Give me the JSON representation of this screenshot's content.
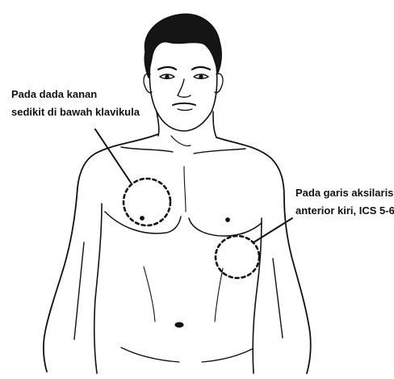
{
  "figure": {
    "subject": "front-view-male-torso-line-drawing",
    "line_color": "#111111",
    "background": "#ffffff"
  },
  "annotations": [
    {
      "lines": [
        "Pada dada kanan",
        "sedikit di bawah klavikula"
      ]
    },
    {
      "lines": [
        "Pada garis aksilaris",
        "anterior kiri, ICS 5-6"
      ]
    }
  ]
}
